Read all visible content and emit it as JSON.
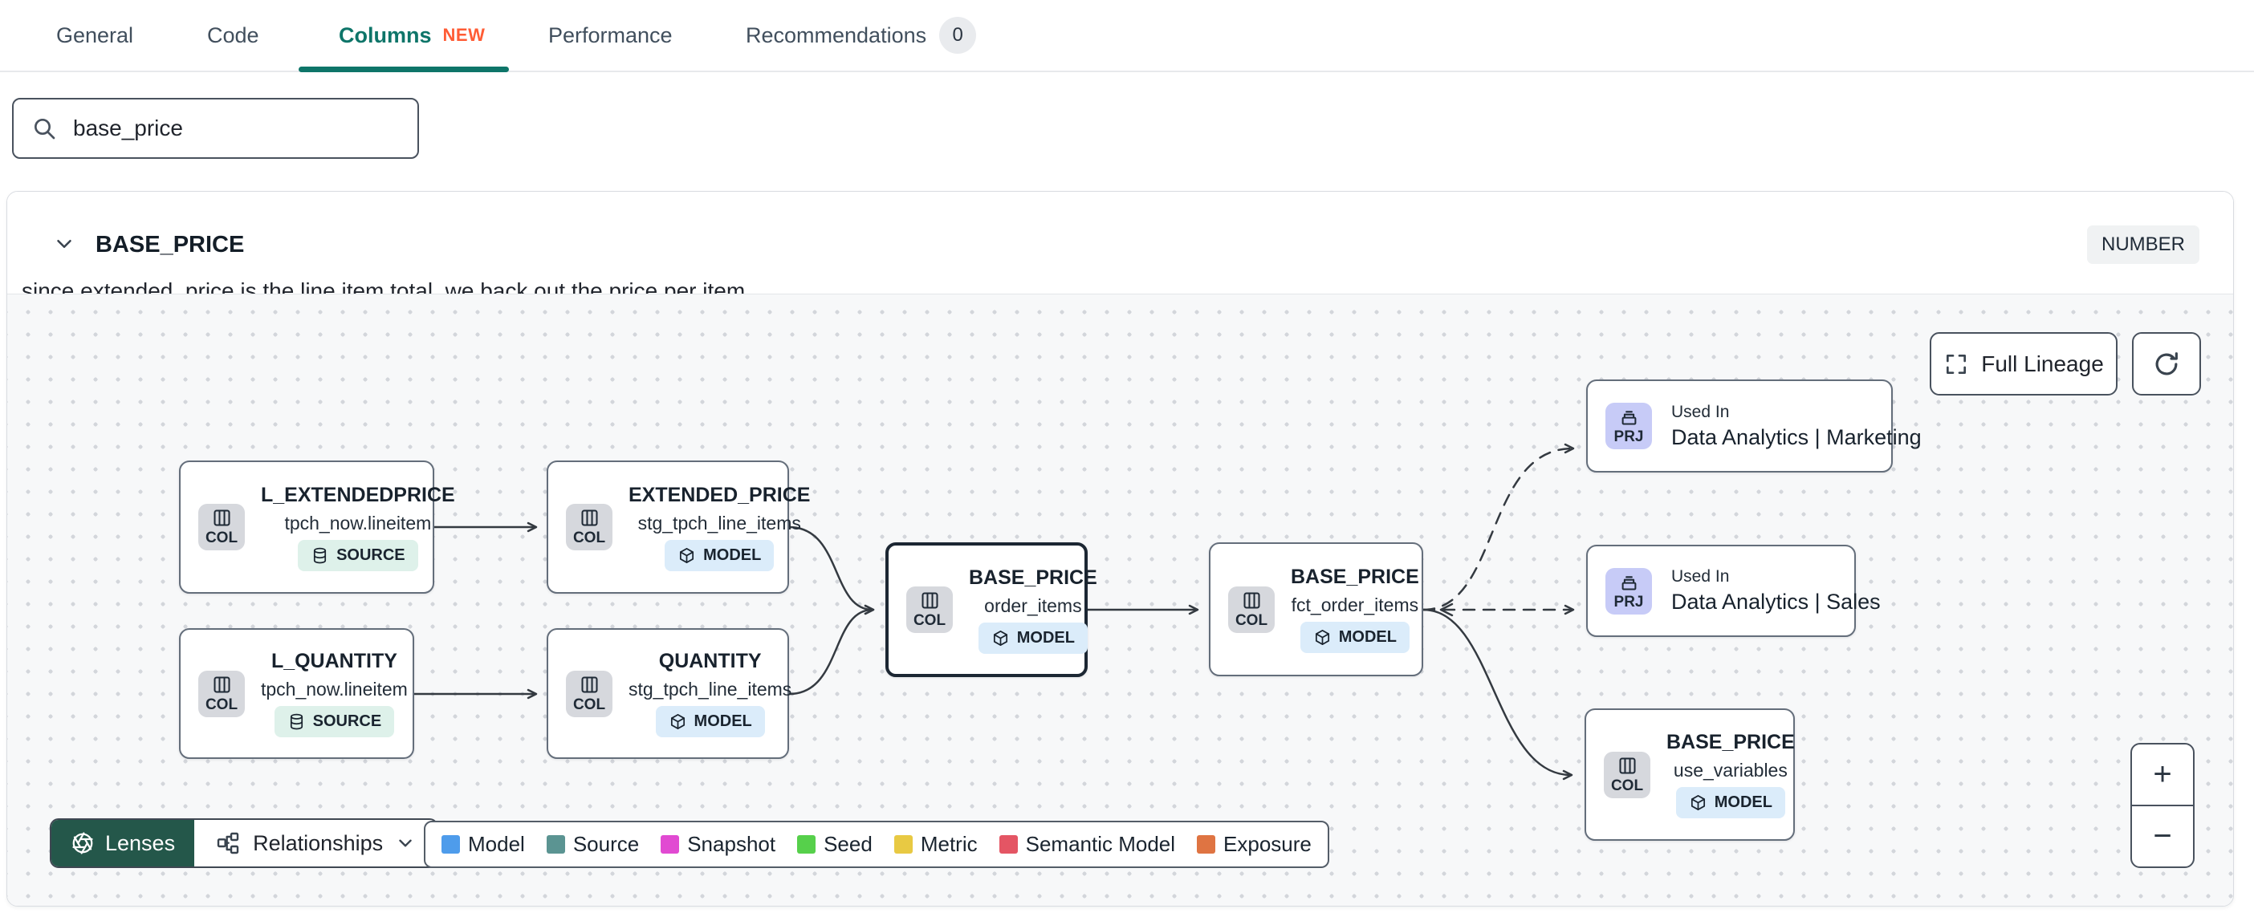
{
  "tabs": {
    "active": "Columns",
    "items": [
      {
        "label": "General"
      },
      {
        "label": "Code"
      },
      {
        "label": "Columns",
        "badge": "NEW"
      },
      {
        "label": "Performance"
      },
      {
        "label": "Recommendations",
        "count": "0"
      }
    ]
  },
  "search": {
    "value": "base_price",
    "icon": "search-icon"
  },
  "column_panel": {
    "name": "BASE_PRICE",
    "data_type": "NUMBER",
    "description": "since extended_price is the line item total, we back out the price per item"
  },
  "lineage": {
    "full_lineage_label": "Full Lineage",
    "zoom_in": "+",
    "zoom_out": "−",
    "lenses_label": "Lenses",
    "relationships_label": "Relationships",
    "legend": [
      {
        "label": "Model",
        "color": "#4e9ceb"
      },
      {
        "label": "Source",
        "color": "#5b9492"
      },
      {
        "label": "Snapshot",
        "color": "#e14ad2"
      },
      {
        "label": "Seed",
        "color": "#56d04b"
      },
      {
        "label": "Metric",
        "color": "#e8c943"
      },
      {
        "label": "Semantic Model",
        "color": "#e45564"
      },
      {
        "label": "Exposure",
        "color": "#df7442"
      }
    ],
    "colors": {
      "active_tab": "#0e7569",
      "new_badge": "#ff5c35",
      "lenses_bg": "#24574a",
      "model_pill_bg": "#dbecfa",
      "source_pill_bg": "#def1ea",
      "col_badge_bg": "#d6d8dd",
      "prj_badge_bg": "#c7cbf7"
    },
    "nodes": [
      {
        "badge": "COL",
        "title": "L_EXTENDEDPRICE",
        "subtitle": "tpch_now.lineitem",
        "type": "SOURCE"
      },
      {
        "badge": "COL",
        "title": "L_QUANTITY",
        "subtitle": "tpch_now.lineitem",
        "type": "SOURCE"
      },
      {
        "badge": "COL",
        "title": "EXTENDED_PRICE",
        "subtitle": "stg_tpch_line_items",
        "type": "MODEL"
      },
      {
        "badge": "COL",
        "title": "QUANTITY",
        "subtitle": "stg_tpch_line_items",
        "type": "MODEL"
      },
      {
        "badge": "COL",
        "title": "BASE_PRICE",
        "subtitle": "order_items",
        "type": "MODEL",
        "selected": true
      },
      {
        "badge": "COL",
        "title": "BASE_PRICE",
        "subtitle": "fct_order_items",
        "type": "MODEL"
      },
      {
        "badge": "PRJ",
        "label": "Used In",
        "title": "Data Analytics | Marketing"
      },
      {
        "badge": "PRJ",
        "label": "Used In",
        "title": "Data Analytics | Sales"
      },
      {
        "badge": "COL",
        "title": "BASE_PRICE",
        "subtitle": "use_variables",
        "type": "MODEL"
      }
    ]
  }
}
